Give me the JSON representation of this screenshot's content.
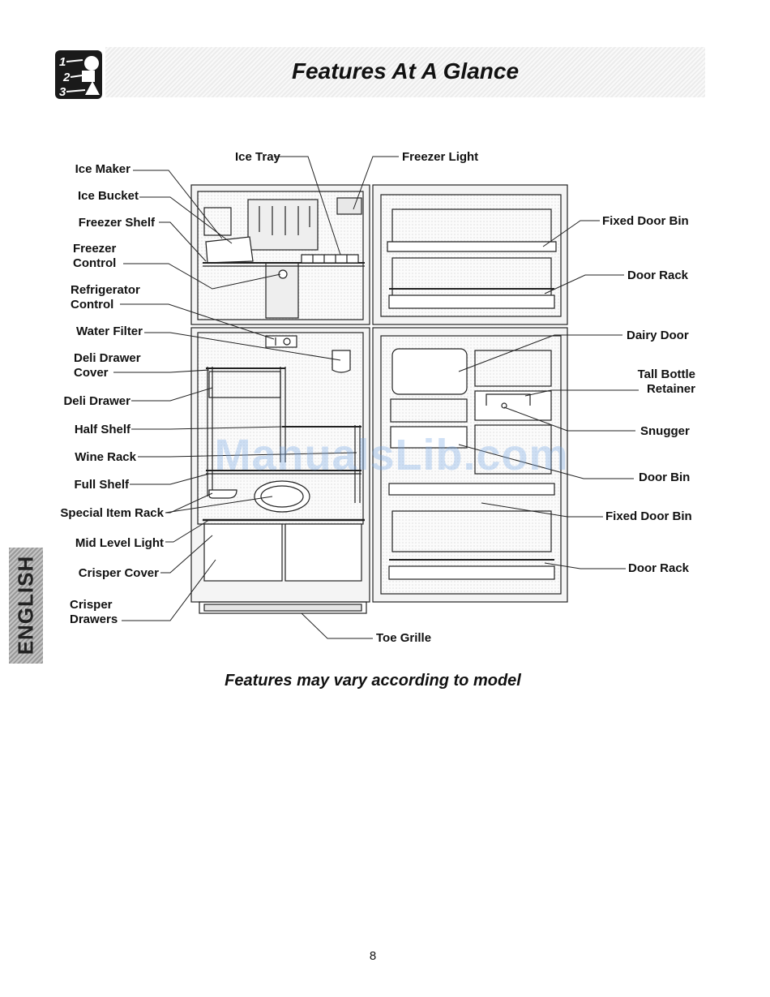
{
  "header": {
    "title": "Features At A Glance",
    "logo_glyphs": [
      "1",
      "2",
      "3"
    ]
  },
  "language_tab": "ENGLISH",
  "watermark": "ManualsLib.com",
  "labels": {
    "ice_maker": "Ice Maker",
    "ice_bucket": "Ice Bucket",
    "freezer_shelf": "Freezer Shelf",
    "freezer_control": "Freezer\nControl",
    "refrigerator_control": "Refrigerator\nControl",
    "water_filter": "Water Filter",
    "deli_drawer_cover": "Deli Drawer\nCover",
    "deli_drawer": "Deli Drawer",
    "half_shelf": "Half Shelf",
    "wine_rack": "Wine Rack",
    "full_shelf": "Full Shelf",
    "special_item_rack": "Special Item Rack",
    "mid_level_light": "Mid Level Light",
    "crisper_cover": "Crisper Cover",
    "crisper_drawers": "Crisper\nDrawers",
    "ice_tray": "Ice Tray",
    "freezer_light": "Freezer Light",
    "fixed_door_bin_top": "Fixed Door Bin",
    "door_rack_top": "Door Rack",
    "dairy_door": "Dairy Door",
    "tall_bottle_retainer": "Tall Bottle\nRetainer",
    "snugger": "Snugger",
    "door_bin": "Door Bin",
    "fixed_door_bin_bottom": "Fixed Door Bin",
    "door_rack_bottom": "Door Rack",
    "toe_grille": "Toe Grille"
  },
  "caption": "Features may vary according to model",
  "page_number": "8"
}
